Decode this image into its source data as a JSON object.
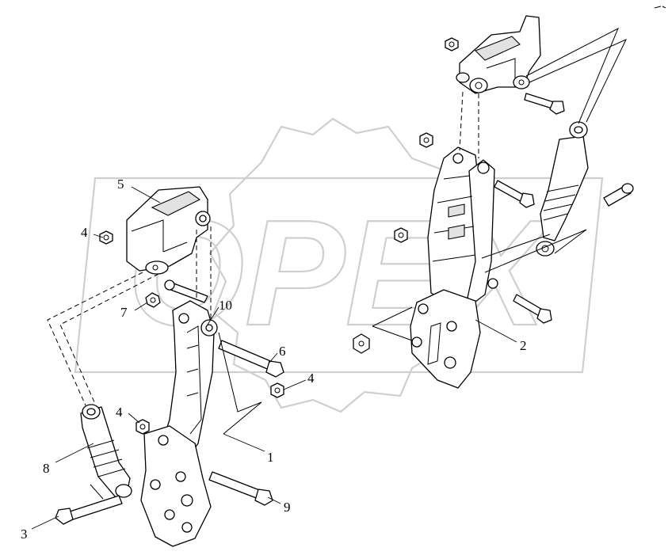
{
  "watermark": {
    "text": "OPEX"
  },
  "colors": {
    "line": "#000000",
    "watermark": "#cfcfcf",
    "background": "#ffffff"
  },
  "callouts": [
    {
      "id": "c1",
      "text": "1"
    },
    {
      "id": "c2",
      "text": "2"
    },
    {
      "id": "c3",
      "text": "3"
    },
    {
      "id": "c4a",
      "text": "4"
    },
    {
      "id": "c4b",
      "text": "4"
    },
    {
      "id": "c4c",
      "text": "4"
    },
    {
      "id": "c5",
      "text": "5"
    },
    {
      "id": "c6",
      "text": "6"
    },
    {
      "id": "c7",
      "text": "7"
    },
    {
      "id": "c8",
      "text": "8"
    },
    {
      "id": "c9",
      "text": "9"
    },
    {
      "id": "c10",
      "text": "10"
    }
  ]
}
